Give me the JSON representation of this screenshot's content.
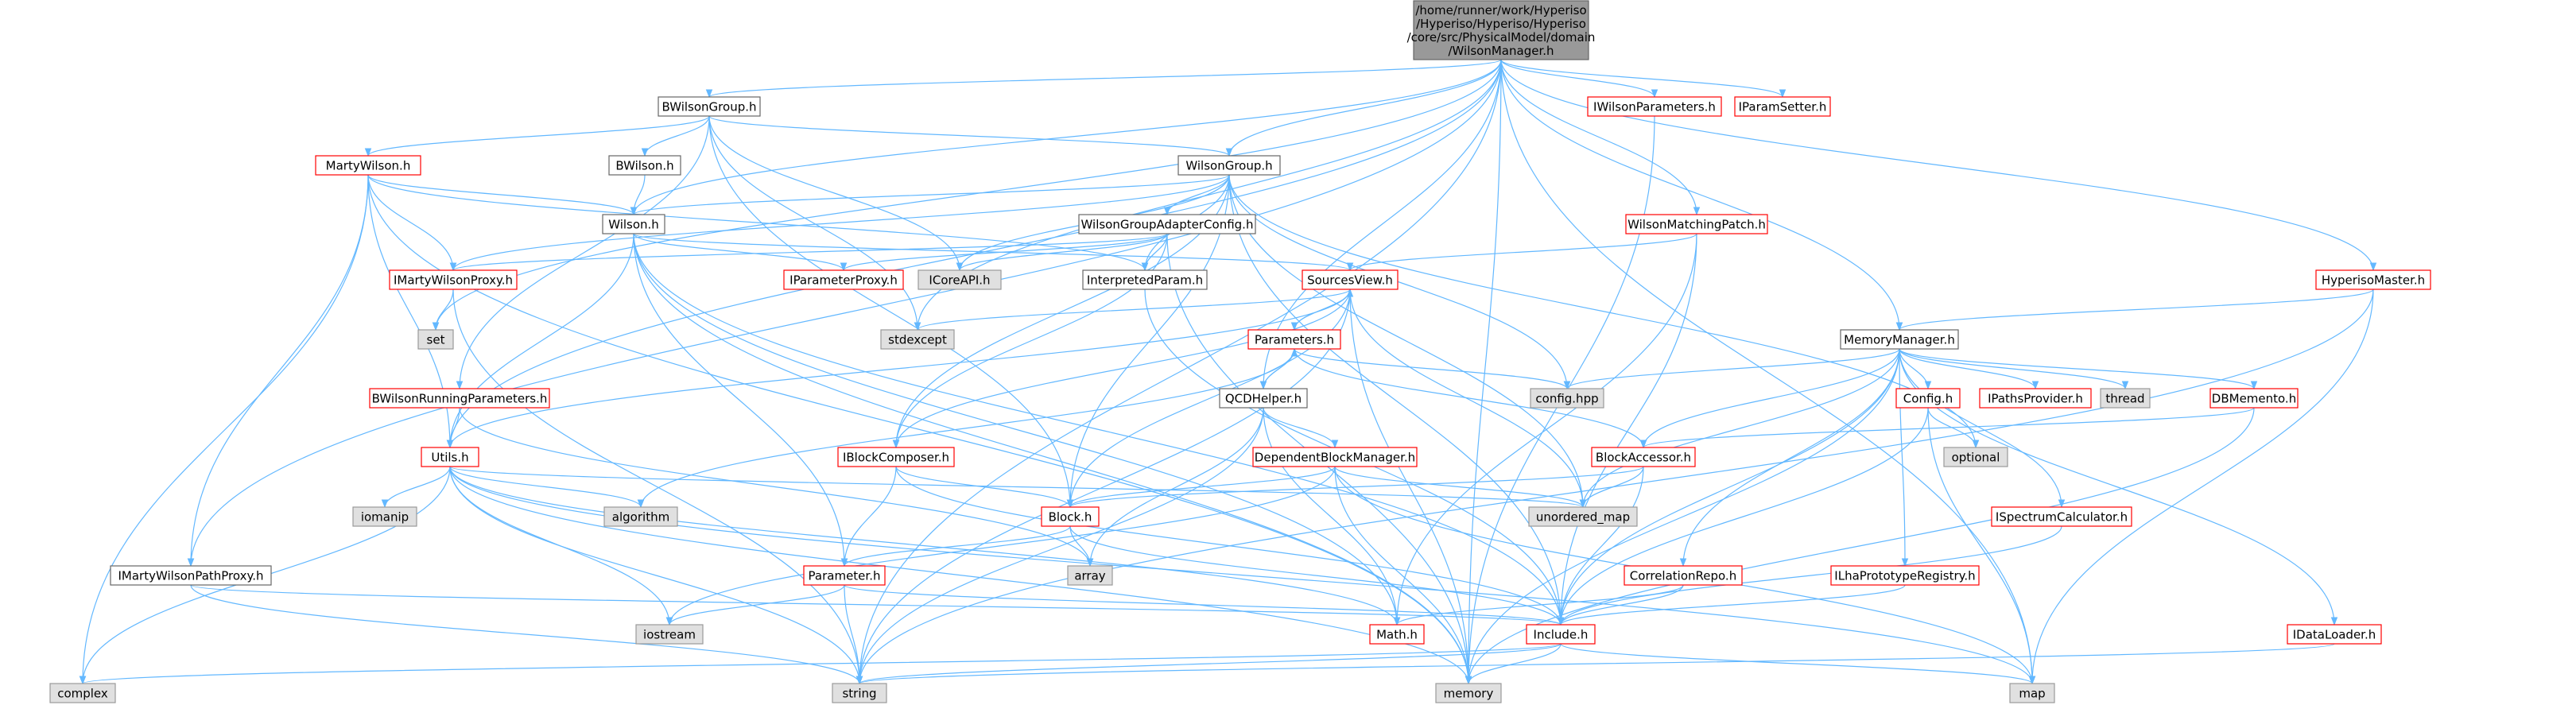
{
  "diagram": {
    "title_node": "/home/runner/work/Hyperiso/Hyperiso/Hyperiso/core/src/PhysicalModel/domain/WilsonManager.h",
    "colors": {
      "root_fill": "#999999",
      "normal_fill": "#ffffff",
      "normal_stroke": "#666666",
      "red_stroke": "#ff0000",
      "gray_fill": "#e0e0e0",
      "gray_stroke": "#999999",
      "edge": "#63b8ff",
      "text": "#000000"
    },
    "nodes": [
      {
        "id": "root",
        "label": "/home/runner/work/Hyperiso\n/Hyperiso/Hyperiso/Hyperiso\n/core/src/PhysicalModel/domain\n/WilsonManager.h",
        "kind": "root"
      },
      {
        "id": "bwilsongroup",
        "label": "BWilsonGroup.h",
        "kind": "normal"
      },
      {
        "id": "iwilsonparameters",
        "label": "IWilsonParameters.h",
        "kind": "red"
      },
      {
        "id": "iparamsetter",
        "label": "IParamSetter.h",
        "kind": "red"
      },
      {
        "id": "martywilson",
        "label": "MartyWilson.h",
        "kind": "red"
      },
      {
        "id": "bwilson",
        "label": "BWilson.h",
        "kind": "normal"
      },
      {
        "id": "wilsongroup",
        "label": "WilsonGroup.h",
        "kind": "normal"
      },
      {
        "id": "wilson",
        "label": "Wilson.h",
        "kind": "normal"
      },
      {
        "id": "wilsongroupadapterconfig",
        "label": "WilsonGroupAdapterConfig.h",
        "kind": "normal"
      },
      {
        "id": "wilsonmatchingpatch",
        "label": "WilsonMatchingPatch.h",
        "kind": "red"
      },
      {
        "id": "imartywilsonproxy",
        "label": "IMartyWilsonProxy.h",
        "kind": "red"
      },
      {
        "id": "set",
        "label": "set",
        "kind": "gray"
      },
      {
        "id": "iparameterproxy",
        "label": "IParameterProxy.h",
        "kind": "red"
      },
      {
        "id": "icoreapi",
        "label": "ICoreAPI.h",
        "kind": "gray"
      },
      {
        "id": "interpretedparam",
        "label": "InterpretedParam.h",
        "kind": "normal"
      },
      {
        "id": "sourcesview",
        "label": "SourcesView.h",
        "kind": "red"
      },
      {
        "id": "hyperisomaster",
        "label": "HyperisoMaster.h",
        "kind": "red"
      },
      {
        "id": "stdexcept",
        "label": "stdexcept",
        "kind": "gray"
      },
      {
        "id": "memorymanager",
        "label": "MemoryManager.h",
        "kind": "normal"
      },
      {
        "id": "parameters",
        "label": "Parameters.h",
        "kind": "red"
      },
      {
        "id": "bwilsonrunningparameters",
        "label": "BWilsonRunningParameters.h",
        "kind": "red"
      },
      {
        "id": "qcdhelper",
        "label": "QCDHelper.h",
        "kind": "normal"
      },
      {
        "id": "confighpp",
        "label": "config.hpp",
        "kind": "gray"
      },
      {
        "id": "configh",
        "label": "Config.h",
        "kind": "red"
      },
      {
        "id": "ipathsprovider",
        "label": "IPathsProvider.h",
        "kind": "red"
      },
      {
        "id": "thread",
        "label": "thread",
        "kind": "gray"
      },
      {
        "id": "dbmemento",
        "label": "DBMemento.h",
        "kind": "red"
      },
      {
        "id": "utils",
        "label": "Utils.h",
        "kind": "red"
      },
      {
        "id": "iblockcomposer",
        "label": "IBlockComposer.h",
        "kind": "red"
      },
      {
        "id": "dependentblockmanager",
        "label": "DependentBlockManager.h",
        "kind": "red"
      },
      {
        "id": "blockaccessor",
        "label": "BlockAccessor.h",
        "kind": "red"
      },
      {
        "id": "optional",
        "label": "optional",
        "kind": "gray"
      },
      {
        "id": "iomanip",
        "label": "iomanip",
        "kind": "gray"
      },
      {
        "id": "algorithm",
        "label": "algorithm",
        "kind": "gray"
      },
      {
        "id": "block",
        "label": "Block.h",
        "kind": "red"
      },
      {
        "id": "unorderedmap",
        "label": "unordered_map",
        "kind": "gray"
      },
      {
        "id": "ispectrumcalculator",
        "label": "ISpectrumCalculator.h",
        "kind": "red"
      },
      {
        "id": "array",
        "label": "array",
        "kind": "gray"
      },
      {
        "id": "imartywilsonpathproxy",
        "label": "IMartyWilsonPathProxy.h",
        "kind": "normal"
      },
      {
        "id": "parameter",
        "label": "Parameter.h",
        "kind": "red"
      },
      {
        "id": "correlationrepo",
        "label": "CorrelationRepo.h",
        "kind": "red"
      },
      {
        "id": "ilhaprototyperegistry",
        "label": "ILhaPrototypeRegistry.h",
        "kind": "red"
      },
      {
        "id": "iostream",
        "label": "iostream",
        "kind": "gray"
      },
      {
        "id": "math",
        "label": "Math.h",
        "kind": "red"
      },
      {
        "id": "include",
        "label": "Include.h",
        "kind": "red"
      },
      {
        "id": "idataloader",
        "label": "IDataLoader.h",
        "kind": "red"
      },
      {
        "id": "complex",
        "label": "complex",
        "kind": "gray"
      },
      {
        "id": "string",
        "label": "string",
        "kind": "gray"
      },
      {
        "id": "memory",
        "label": "memory",
        "kind": "gray"
      },
      {
        "id": "map",
        "label": "map",
        "kind": "gray"
      }
    ],
    "edges": [
      [
        "root",
        "bwilsongroup"
      ],
      [
        "root",
        "iwilsonparameters"
      ],
      [
        "root",
        "iparamsetter"
      ],
      [
        "root",
        "wilsongroup"
      ],
      [
        "root",
        "wilson"
      ],
      [
        "root",
        "wilsonmatchingpatch"
      ],
      [
        "root",
        "hyperisomaster"
      ],
      [
        "root",
        "memorymanager"
      ],
      [
        "root",
        "set"
      ],
      [
        "root",
        "utils"
      ],
      [
        "root",
        "imartywilsonpathproxy"
      ],
      [
        "root",
        "string"
      ],
      [
        "root",
        "memory"
      ],
      [
        "root",
        "map"
      ],
      [
        "root",
        "qcdhelper"
      ],
      [
        "root",
        "stdexcept"
      ],
      [
        "bwilsongroup",
        "martywilson"
      ],
      [
        "bwilsongroup",
        "bwilson"
      ],
      [
        "bwilsongroup",
        "wilsongroup"
      ],
      [
        "bwilsongroup",
        "bwilsonrunningparameters"
      ],
      [
        "bwilsongroup",
        "icoreapi"
      ],
      [
        "bwilsongroup",
        "block"
      ],
      [
        "bwilsongroup",
        "stdexcept"
      ],
      [
        "iwilsonparameters",
        "memory"
      ],
      [
        "martywilson",
        "wilson"
      ],
      [
        "martywilson",
        "imartywilsonproxy"
      ],
      [
        "martywilson",
        "imartywilsonpathproxy"
      ],
      [
        "martywilson",
        "utils"
      ],
      [
        "martywilson",
        "interpretedparam"
      ],
      [
        "martywilson",
        "complex"
      ],
      [
        "martywilson",
        "memory"
      ],
      [
        "bwilson",
        "wilson"
      ],
      [
        "wilsongroup",
        "wilson"
      ],
      [
        "wilsongroup",
        "wilsongroupadapterconfig"
      ],
      [
        "wilsongroup",
        "icoreapi"
      ],
      [
        "wilsongroup",
        "interpretedparam"
      ],
      [
        "wilsongroup",
        "imartywilsonproxy"
      ],
      [
        "wilsongroup",
        "confighpp"
      ],
      [
        "wilsongroup",
        "unorderedmap"
      ],
      [
        "wilsongroup",
        "include"
      ],
      [
        "wilsongroup",
        "block"
      ],
      [
        "wilsongroup",
        "iblockcomposer"
      ],
      [
        "wilsongroup",
        "optional"
      ],
      [
        "wilson",
        "sourcesview"
      ],
      [
        "wilson",
        "iparameterproxy"
      ],
      [
        "wilson",
        "utils"
      ],
      [
        "wilson",
        "parameter"
      ],
      [
        "wilson",
        "math"
      ],
      [
        "wilson",
        "include"
      ],
      [
        "wilson",
        "memory"
      ],
      [
        "wilsongroupadapterconfig",
        "imartywilsonproxy"
      ],
      [
        "wilsongroupadapterconfig",
        "iparameterproxy"
      ],
      [
        "wilsongroupadapterconfig",
        "icoreapi"
      ],
      [
        "wilsongroupadapterconfig",
        "interpretedparam"
      ],
      [
        "wilsongroupadapterconfig",
        "iblockcomposer"
      ],
      [
        "wilsongroupadapterconfig",
        "memory"
      ],
      [
        "wilsonmatchingpatch",
        "sourcesview"
      ],
      [
        "wilsonmatchingpatch",
        "math"
      ],
      [
        "wilsonmatchingpatch",
        "include"
      ],
      [
        "imartywilsonproxy",
        "set"
      ],
      [
        "imartywilsonproxy",
        "string"
      ],
      [
        "interpretedparam",
        "include"
      ],
      [
        "sourcesview",
        "parameters"
      ],
      [
        "sourcesview",
        "block"
      ],
      [
        "sourcesview",
        "utils"
      ],
      [
        "sourcesview",
        "stdexcept"
      ],
      [
        "sourcesview",
        "string"
      ],
      [
        "sourcesview",
        "unorderedmap"
      ],
      [
        "sourcesview",
        "memory"
      ],
      [
        "sourcesview",
        "iblockcomposer"
      ],
      [
        "hyperisomaster",
        "memorymanager"
      ],
      [
        "hyperisomaster",
        "map"
      ],
      [
        "hyperisomaster",
        "string"
      ],
      [
        "memorymanager",
        "confighpp"
      ],
      [
        "memorymanager",
        "configh"
      ],
      [
        "memorymanager",
        "ipathsprovider"
      ],
      [
        "memorymanager",
        "thread"
      ],
      [
        "memorymanager",
        "dbmemento"
      ],
      [
        "memorymanager",
        "blockaccessor"
      ],
      [
        "memorymanager",
        "unorderedmap"
      ],
      [
        "memorymanager",
        "ispectrumcalculator"
      ],
      [
        "memorymanager",
        "correlationrepo"
      ],
      [
        "memorymanager",
        "ilhaprototyperegistry"
      ],
      [
        "memorymanager",
        "include"
      ],
      [
        "memorymanager",
        "idataloader"
      ],
      [
        "memorymanager",
        "memory"
      ],
      [
        "parameters",
        "qcdhelper"
      ],
      [
        "parameters",
        "sourcesview"
      ],
      [
        "parameters",
        "blockaccessor"
      ],
      [
        "parameters",
        "confighpp"
      ],
      [
        "parameters",
        "algorithm"
      ],
      [
        "bwilsonrunningparameters",
        "utils"
      ],
      [
        "bwilsonrunningparameters",
        "array"
      ],
      [
        "qcdhelper",
        "parameters"
      ],
      [
        "qcdhelper",
        "dependentblockmanager"
      ],
      [
        "qcdhelper",
        "array"
      ],
      [
        "qcdhelper",
        "math"
      ],
      [
        "qcdhelper",
        "string"
      ],
      [
        "configh",
        "optional"
      ],
      [
        "configh",
        "include"
      ],
      [
        "configh",
        "map"
      ],
      [
        "dbmemento",
        "blockaccessor"
      ],
      [
        "dbmemento",
        "memory"
      ],
      [
        "utils",
        "iomanip"
      ],
      [
        "utils",
        "algorithm"
      ],
      [
        "utils",
        "unorderedmap"
      ],
      [
        "utils",
        "iostream"
      ],
      [
        "utils",
        "complex"
      ],
      [
        "utils",
        "string"
      ],
      [
        "utils",
        "memory"
      ],
      [
        "utils",
        "map"
      ],
      [
        "utils",
        "math"
      ],
      [
        "iblockcomposer",
        "block"
      ],
      [
        "iblockcomposer",
        "parameter"
      ],
      [
        "iblockcomposer",
        "include"
      ],
      [
        "dependentblockmanager",
        "block"
      ],
      [
        "dependentblockmanager",
        "unorderedmap"
      ],
      [
        "dependentblockmanager",
        "iostream"
      ],
      [
        "dependentblockmanager",
        "memory"
      ],
      [
        "dependentblockmanager",
        "map"
      ],
      [
        "blockaccessor",
        "block"
      ],
      [
        "blockaccessor",
        "unorderedmap"
      ],
      [
        "blockaccessor",
        "include"
      ],
      [
        "block",
        "array"
      ],
      [
        "block",
        "parameter"
      ],
      [
        "block",
        "include"
      ],
      [
        "ispectrumcalculator",
        "include"
      ],
      [
        "imartywilsonpathproxy",
        "include"
      ],
      [
        "imartywilsonpathproxy",
        "string"
      ],
      [
        "parameter",
        "iostream"
      ],
      [
        "parameter",
        "string"
      ],
      [
        "parameter",
        "include"
      ],
      [
        "correlationrepo",
        "math"
      ],
      [
        "correlationrepo",
        "include"
      ],
      [
        "ilhaprototyperegistry",
        "include"
      ],
      [
        "include",
        "string"
      ],
      [
        "include",
        "memory"
      ],
      [
        "include",
        "map"
      ],
      [
        "include",
        "complex"
      ],
      [
        "idataloader",
        "string"
      ]
    ]
  }
}
